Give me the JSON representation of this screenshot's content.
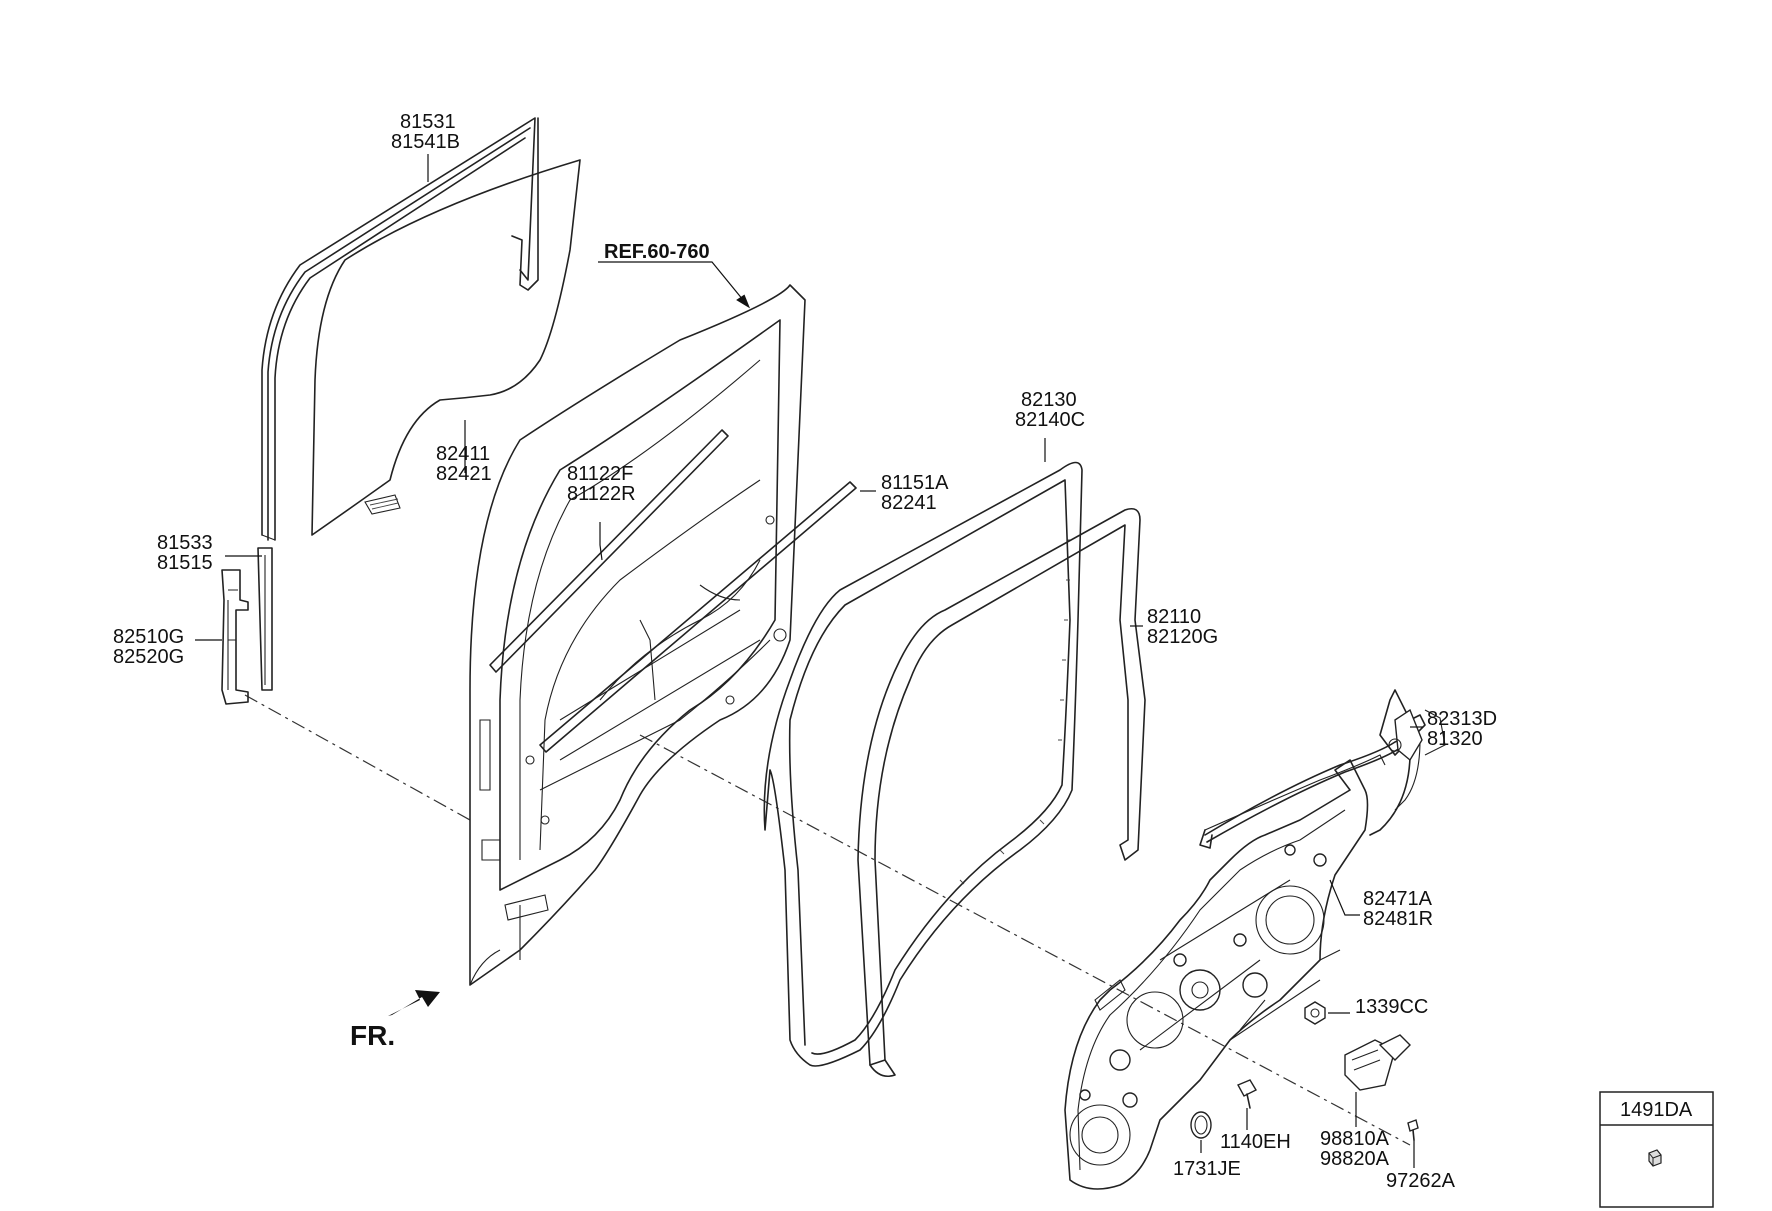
{
  "reference": "REF.60-760",
  "direction": "FR.",
  "legend_box": {
    "code": "1491DA"
  },
  "labels": {
    "glass_run": [
      "81531",
      "81541B"
    ],
    "glass": [
      "82411",
      "82421"
    ],
    "rear_channel": [
      "81533",
      "81515"
    ],
    "channel_bracket": [
      "82510G",
      "82520G"
    ],
    "belt_weatherstrip_inner": [
      "81122F",
      "81122R"
    ],
    "belt_weatherstrip_outer": [
      "81151A",
      "82241"
    ],
    "door_weatherstrip_body": [
      "82130",
      "82140C"
    ],
    "door_weatherstrip": [
      "82110",
      "82120G"
    ],
    "latch": [
      "82313D",
      "81320"
    ],
    "module_panel": [
      "82471A",
      "82481R"
    ],
    "nut": "1339CC",
    "bolt": "1140EH",
    "plug": "1731JE",
    "motor": [
      "98810A",
      "98820A"
    ],
    "screw": "97262A"
  }
}
